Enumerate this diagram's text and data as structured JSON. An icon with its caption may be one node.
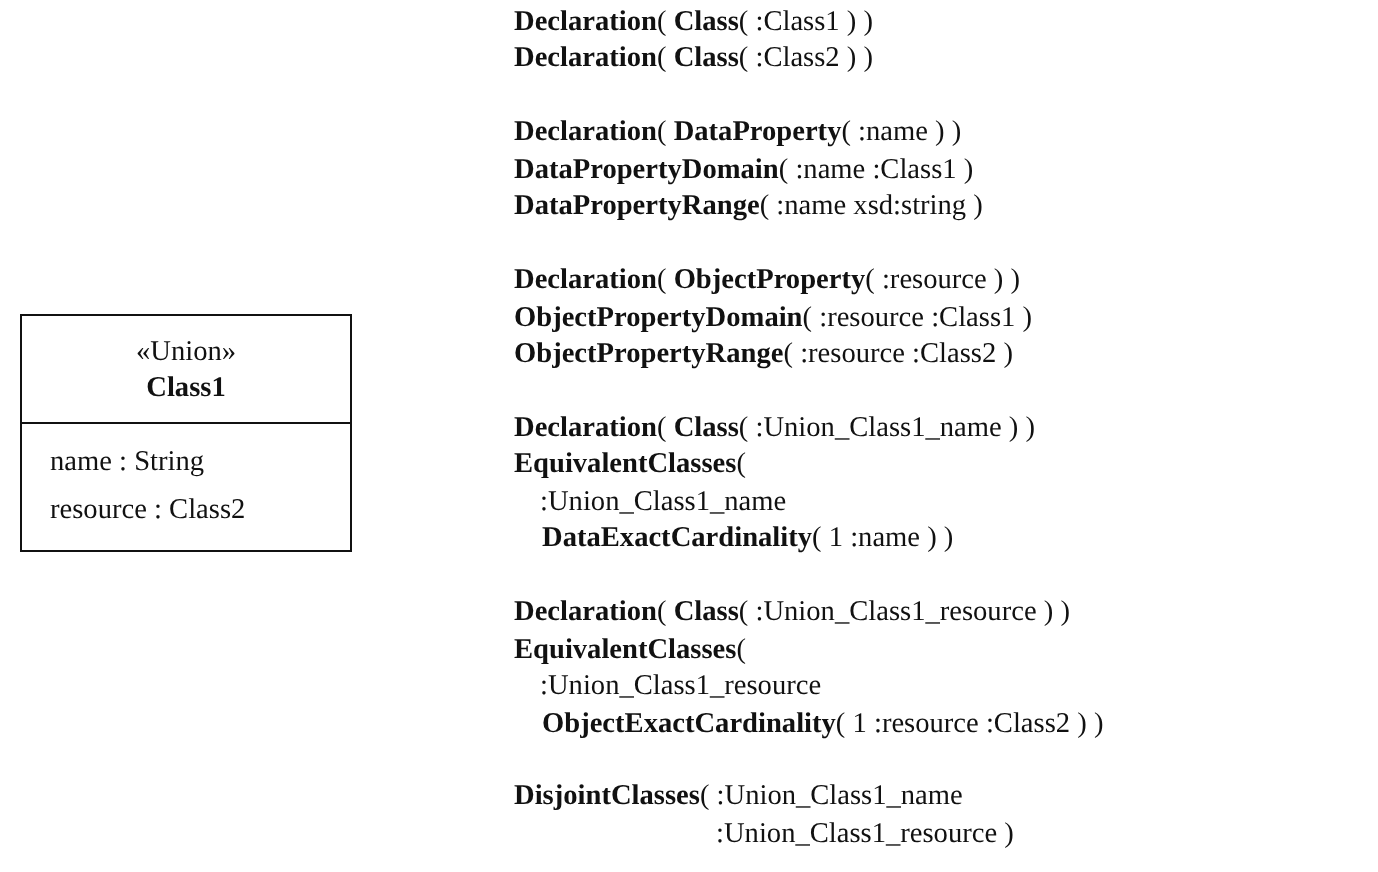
{
  "diagram": {
    "nodes": [
      {
        "text": [
          "«Union»",
          "Class1",
          "name : String",
          "resource : Class2"
        ]
      }
    ],
    "edges": [],
    "labels": [
      "**Declaration**( **Class**( :Class1 ) )",
      "**Declaration**( **Class**( :Class2 ) )",
      "**Declaration**( **DataProperty**( :name ) )",
      "**DataPropertyDomain**( :name :Class1 )",
      "**DataPropertyRange**( :name xsd:string )",
      "**Declaration**( **ObjectProperty**( :resource ) )",
      "**ObjectPropertyDomain**( :resource :Class1 )",
      "**ObjectPropertyRange**( :resource :Class2 )",
      "**Declaration**( **Class**( :Union_Class1_name ) )",
      "**EquivalentClasses**(",
      ":Union_Class1_name",
      "**DataExactCardinality**( 1 :name ) )",
      "**Declaration**( **Class**( :Union_Class1_resource ) )",
      "**EquivalentClasses**(",
      ":Union_Class1_resource",
      "**ObjectExactCardinality**( 1 :resource :Class2 ) )",
      "**DisjointClasses**( :Union_Class1_name",
      ":Union_Class1_resource )"
    ]
  }
}
